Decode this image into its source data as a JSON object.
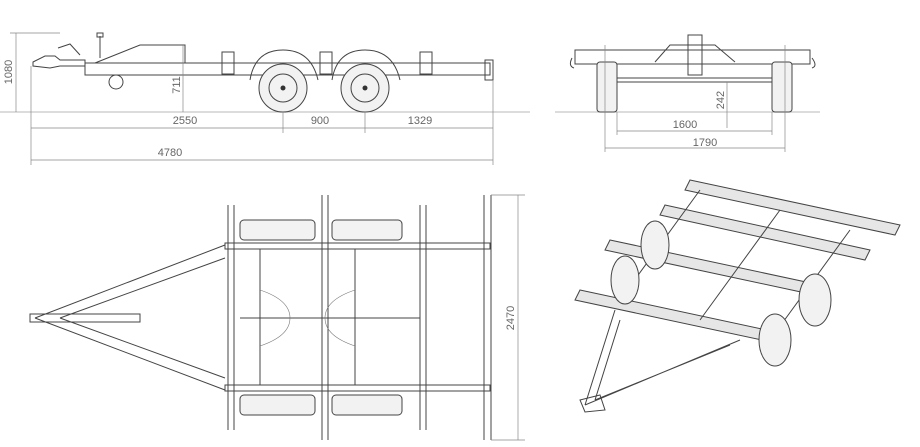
{
  "side_view": {
    "overall_height": "1080",
    "drawbar_height": "711",
    "front_to_axle": "2550",
    "axle_spacing": "900",
    "rear_overhang": "1329",
    "overall_length": "4780"
  },
  "front_view": {
    "ground_clearance": "242",
    "track_width": "1600",
    "overall_width_wheels": "1790"
  },
  "top_view": {
    "overall_width": "2470"
  },
  "colors": {
    "line": "#444444",
    "dimension": "#888888",
    "text": "#666666"
  }
}
